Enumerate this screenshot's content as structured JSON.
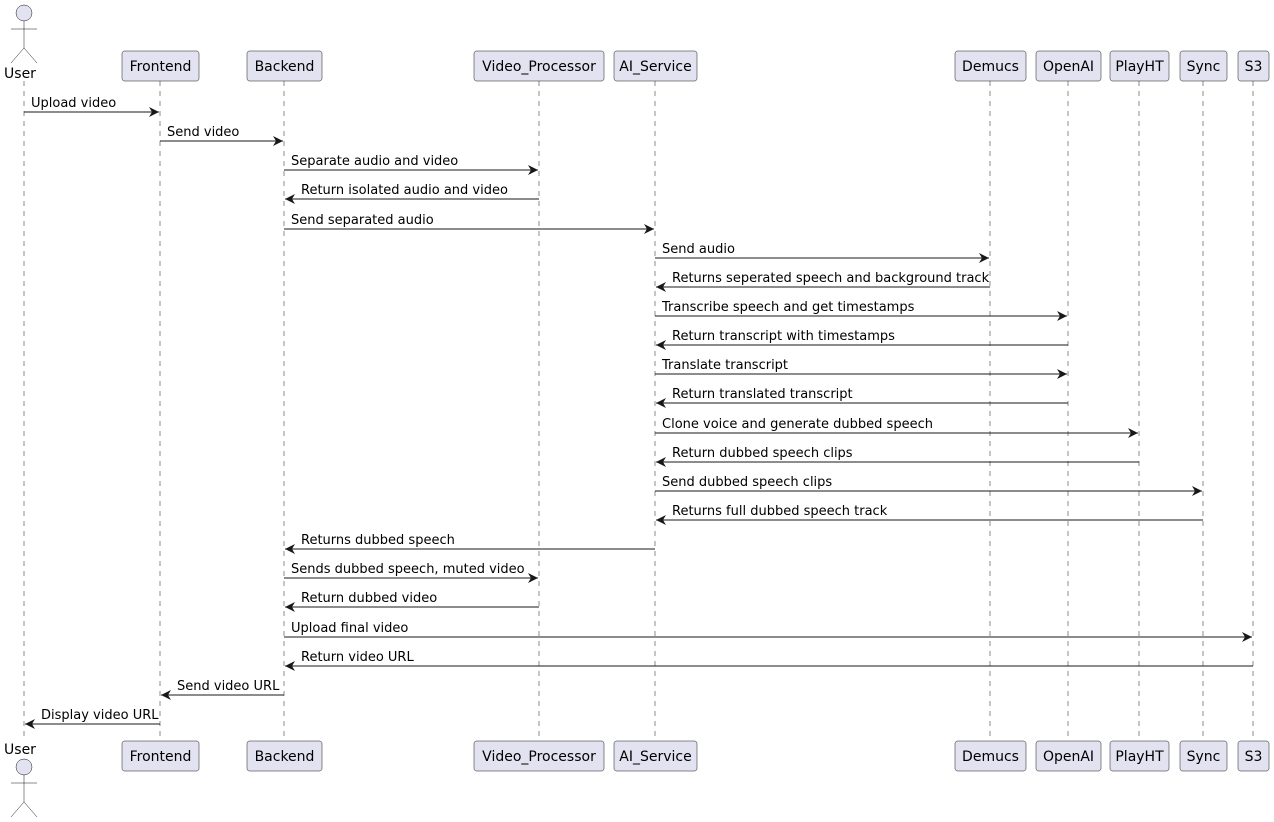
{
  "participants": [
    {
      "id": "user",
      "label": "User",
      "kind": "actor"
    },
    {
      "id": "frontend",
      "label": "Frontend",
      "kind": "box"
    },
    {
      "id": "backend",
      "label": "Backend",
      "kind": "box"
    },
    {
      "id": "video_processor",
      "label": "Video_Processor",
      "kind": "box"
    },
    {
      "id": "ai_service",
      "label": "AI_Service",
      "kind": "box"
    },
    {
      "id": "demucs",
      "label": "Demucs",
      "kind": "box"
    },
    {
      "id": "openai",
      "label": "OpenAI",
      "kind": "box"
    },
    {
      "id": "playht",
      "label": "PlayHT",
      "kind": "box"
    },
    {
      "id": "sync",
      "label": "Sync",
      "kind": "box"
    },
    {
      "id": "s3",
      "label": "S3",
      "kind": "box"
    }
  ],
  "messages": [
    {
      "from": "user",
      "to": "frontend",
      "label": "Upload video"
    },
    {
      "from": "frontend",
      "to": "backend",
      "label": "Send video"
    },
    {
      "from": "backend",
      "to": "video_processor",
      "label": "Separate audio and video"
    },
    {
      "from": "video_processor",
      "to": "backend",
      "label": "Return isolated audio and video"
    },
    {
      "from": "backend",
      "to": "ai_service",
      "label": "Send separated audio"
    },
    {
      "from": "ai_service",
      "to": "demucs",
      "label": "Send audio"
    },
    {
      "from": "demucs",
      "to": "ai_service",
      "label": "Returns seperated speech and background track"
    },
    {
      "from": "ai_service",
      "to": "openai",
      "label": "Transcribe speech and get timestamps"
    },
    {
      "from": "openai",
      "to": "ai_service",
      "label": "Return transcript with timestamps"
    },
    {
      "from": "ai_service",
      "to": "openai",
      "label": "Translate transcript"
    },
    {
      "from": "openai",
      "to": "ai_service",
      "label": "Return translated transcript"
    },
    {
      "from": "ai_service",
      "to": "playht",
      "label": "Clone voice and generate dubbed speech"
    },
    {
      "from": "playht",
      "to": "ai_service",
      "label": "Return dubbed speech clips"
    },
    {
      "from": "ai_service",
      "to": "sync",
      "label": "Send dubbed speech clips"
    },
    {
      "from": "sync",
      "to": "ai_service",
      "label": "Returns full dubbed speech track"
    },
    {
      "from": "ai_service",
      "to": "backend",
      "label": "Returns dubbed speech"
    },
    {
      "from": "backend",
      "to": "video_processor",
      "label": "Sends dubbed speech, muted video"
    },
    {
      "from": "video_processor",
      "to": "backend",
      "label": "Return dubbed video"
    },
    {
      "from": "backend",
      "to": "s3",
      "label": "Upload final video"
    },
    {
      "from": "s3",
      "to": "backend",
      "label": "Return video URL"
    },
    {
      "from": "backend",
      "to": "frontend",
      "label": "Send video URL"
    },
    {
      "from": "frontend",
      "to": "user",
      "label": "Display video URL"
    }
  ]
}
